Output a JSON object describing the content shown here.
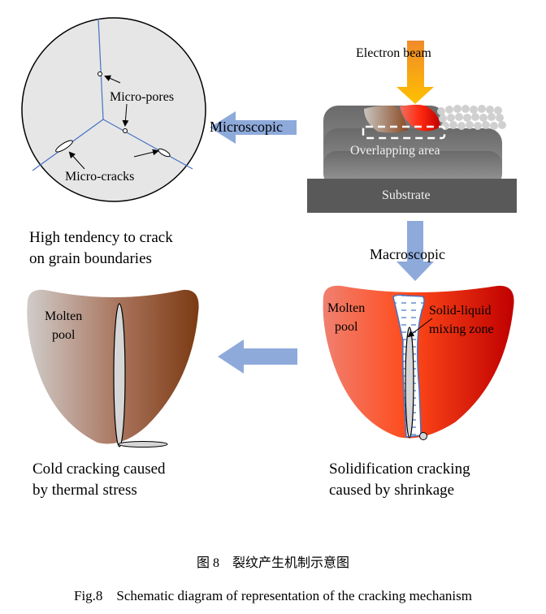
{
  "figure": {
    "microstructure": {
      "pores_label": "Micro-pores",
      "cracks_label": "Micro-cracks",
      "caption_line1": "High tendency to crack",
      "caption_line2": "on grain boundaries"
    },
    "process": {
      "beam_label": "Electron beam",
      "overlap_label": "Overlapping area",
      "substrate_label": "Substrate"
    },
    "arrows": {
      "microscopic_label": "Microscopic",
      "macroscopic_label": "Macroscopic"
    },
    "solidification": {
      "pool_label_line1": "Molten",
      "pool_label_line2": "pool",
      "zone_label_line1": "Solid-liquid",
      "zone_label_line2": "mixing zone",
      "caption_line1": "Solidification  cracking",
      "caption_line2": "caused by shrinkage"
    },
    "cold": {
      "pool_label_line1": "Molten",
      "pool_label_line2": "pool",
      "caption_line1": "Cold  cracking caused",
      "caption_line2": "by thermal stress"
    },
    "caption_cn": "图 8　裂纹产生机制示意图",
    "caption_en": "Fig.8    Schematic diagram of representation of the cracking mechanism"
  },
  "colors": {
    "arrow": "#8eaadb",
    "grain_boundary": "#4472c4",
    "substrate": "#595959",
    "hot_pool": "#e3140a",
    "cold_pool": "#7b3a12"
  }
}
